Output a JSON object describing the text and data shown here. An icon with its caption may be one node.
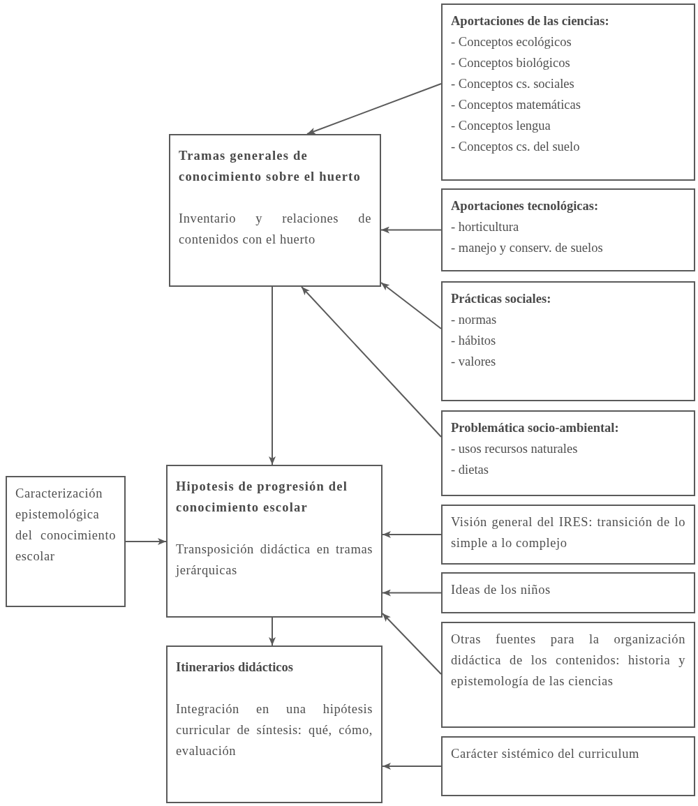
{
  "diagram": {
    "nodes": [
      {
        "text": [
          "Tramas generales de conocimiento sobre el huerto",
          "Inventario y relaciones de contenidos con el huerto"
        ]
      },
      {
        "text": [
          "Aportaciones de las ciencias:",
          "- Conceptos ecológicos",
          "- Conceptos biológicos",
          "- Conceptos cs. sociales",
          "- Conceptos  matemáticas",
          "- Conceptos lengua",
          "- Conceptos cs. del suelo"
        ]
      },
      {
        "text": [
          "Aportaciones tecnológicas:",
          "- horticultura",
          "- manejo y conserv. de suelos"
        ]
      },
      {
        "text": [
          "Prácticas sociales:",
          "- normas",
          "- hábitos",
          "- valores"
        ]
      },
      {
        "text": [
          "Problemática socio-ambiental:",
          "- usos recursos naturales",
          "- dietas"
        ]
      },
      {
        "text": [
          "Caracterización epistemológica del conocimiento escolar"
        ]
      },
      {
        "text": [
          "Hipotesis de progresión del conocimiento escolar",
          "Transposición didáctica en tramas jerárquicas"
        ]
      },
      {
        "text": [
          "Visión general del IRES: transición de lo simple a lo complejo"
        ]
      },
      {
        "text": [
          "Ideas de los niños"
        ]
      },
      {
        "text": [
          "Otras fuentes para la organización didáctica de los contenidos: historia y epistemología de las ciencias"
        ]
      },
      {
        "text": [
          "Itinerarios didácticos",
          "Integración en una hipótesis curricular de síntesis: qué, cómo, evaluación"
        ]
      },
      {
        "text": [
          "Carácter sistémico del curriculum"
        ]
      }
    ],
    "edges": [
      {
        "from": 1,
        "to": 0,
        "arrow": "to"
      },
      {
        "from": 2,
        "to": 0,
        "arrow": "to"
      },
      {
        "from": 3,
        "to": 0,
        "arrow": "to"
      },
      {
        "from": 4,
        "to": 0,
        "arrow": "to"
      },
      {
        "from": 0,
        "to": 6,
        "arrow": "to"
      },
      {
        "from": 5,
        "to": 6,
        "arrow": "to"
      },
      {
        "from": 7,
        "to": 6,
        "arrow": "to"
      },
      {
        "from": 8,
        "to": 6,
        "arrow": "to"
      },
      {
        "from": 9,
        "to": 6,
        "arrow": "to"
      },
      {
        "from": 6,
        "to": 10,
        "arrow": "to"
      },
      {
        "from": 11,
        "to": 10,
        "arrow": "to"
      }
    ]
  }
}
